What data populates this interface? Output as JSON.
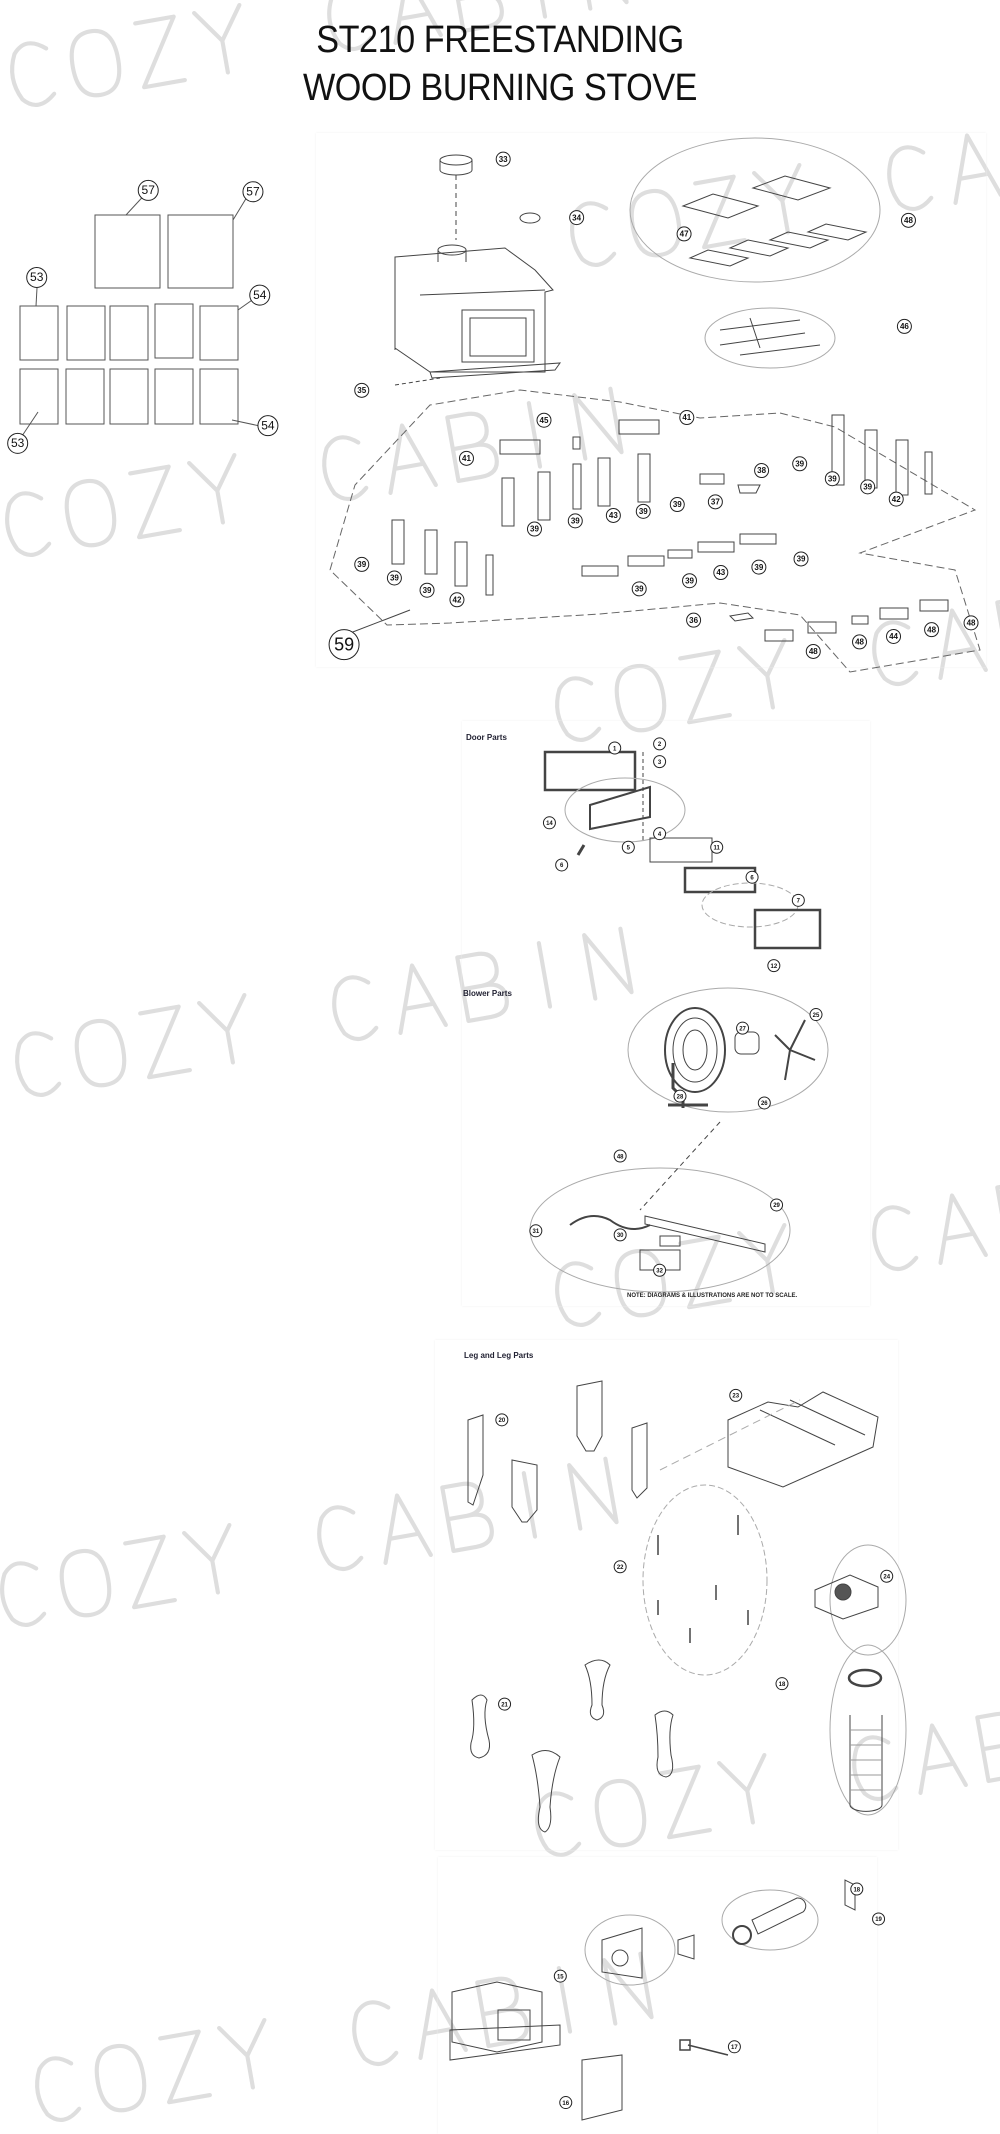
{
  "title": {
    "line1": "ST210 FREESTANDING",
    "line2": "WOOD BURNING STOVE"
  },
  "watermark": "COZY CABIN",
  "sections": {
    "door_label": "Door Parts",
    "blower_label": "Blower Parts",
    "leg_label": "Leg and Leg Parts",
    "note": "NOTE: DIAGRAMS & ILLUSTRATIONS ARE NOT TO SCALE."
  },
  "callouts": {
    "brick_panel": [
      "57",
      "57",
      "53",
      "54",
      "53",
      "54"
    ],
    "stove": [
      "33",
      "34",
      "48",
      "47",
      "46",
      "35",
      "45",
      "41",
      "41",
      "38",
      "39",
      "39",
      "39",
      "42",
      "37",
      "39",
      "39",
      "43",
      "39",
      "39",
      "39",
      "39",
      "39",
      "42",
      "39",
      "39",
      "43",
      "39",
      "39",
      "36",
      "48",
      "48",
      "44",
      "48",
      "48",
      "59"
    ],
    "door": [
      "1",
      "2",
      "3",
      "14",
      "4",
      "5",
      "11",
      "6",
      "6",
      "7",
      "12"
    ],
    "blower": [
      "25",
      "27",
      "26",
      "28",
      "48",
      "29",
      "31",
      "30",
      "32"
    ],
    "legs": [
      "20",
      "23",
      "22",
      "24",
      "21",
      "18"
    ],
    "bottom": [
      "18",
      "19",
      "15",
      "17",
      "16"
    ]
  }
}
